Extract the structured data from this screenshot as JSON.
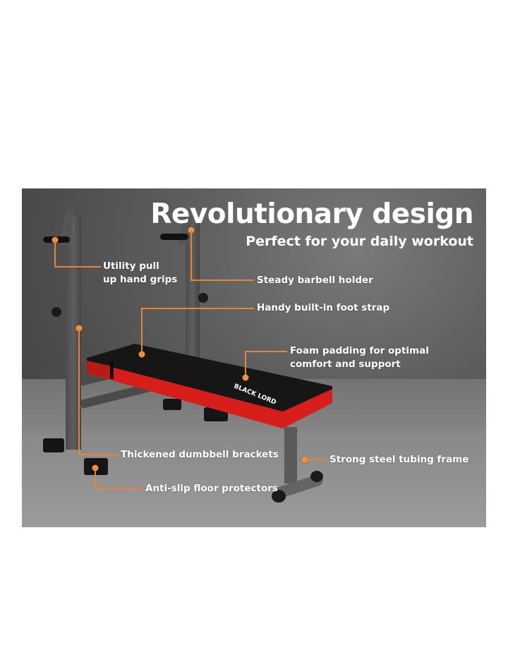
{
  "heading": {
    "title": "Revolutionary design",
    "subtitle": "Perfect for your daily workout"
  },
  "product": {
    "brand_logo": "BLACK LORD",
    "type": "Adjustable flat weight bench with barbell rack",
    "colors": {
      "pad_top": "#1a1a1a",
      "pad_side": "#e0201c",
      "frame": "#4d4d4d",
      "accent": "#e8833a"
    }
  },
  "callouts": [
    {
      "id": "grips",
      "lines": [
        "Utility pull",
        "up hand grips"
      ]
    },
    {
      "id": "holder",
      "lines": [
        "Steady barbell holder"
      ]
    },
    {
      "id": "strap",
      "lines": [
        "Handy built-in foot strap"
      ]
    },
    {
      "id": "foam",
      "lines": [
        "Foam padding for optimal",
        "comfort and support"
      ]
    },
    {
      "id": "brackets",
      "lines": [
        "Thickened dumbbell brackets"
      ]
    },
    {
      "id": "frame",
      "lines": [
        "Strong steel tubing frame"
      ]
    },
    {
      "id": "protectors",
      "lines": [
        "Anti-slip floor protectors"
      ]
    }
  ]
}
